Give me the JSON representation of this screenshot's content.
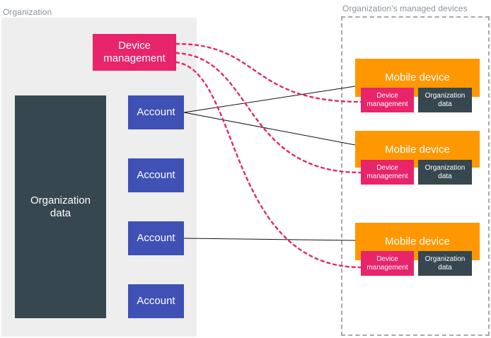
{
  "labels": {
    "organization": "Organization",
    "managed_devices": "Organization's managed devices"
  },
  "organization": {
    "device_management": "Device management",
    "organization_data": "Organization data",
    "accounts": [
      "Account",
      "Account",
      "Account",
      "Account"
    ]
  },
  "devices": [
    {
      "title": "Mobile device",
      "device_management": "Device management",
      "organization_data": "Organization data"
    },
    {
      "title": "Mobile device",
      "device_management": "Device management",
      "organization_data": "Organization data"
    },
    {
      "title": "Mobile device",
      "device_management": "Device management",
      "organization_data": "Organization data"
    }
  ],
  "colors": {
    "device_management": "#e8246b",
    "organization_data": "#37474f",
    "account": "#3f51b5",
    "mobile_device": "#ff9800",
    "organization_panel": "#eeeeee",
    "dashed_border": "#a7a7a7"
  }
}
